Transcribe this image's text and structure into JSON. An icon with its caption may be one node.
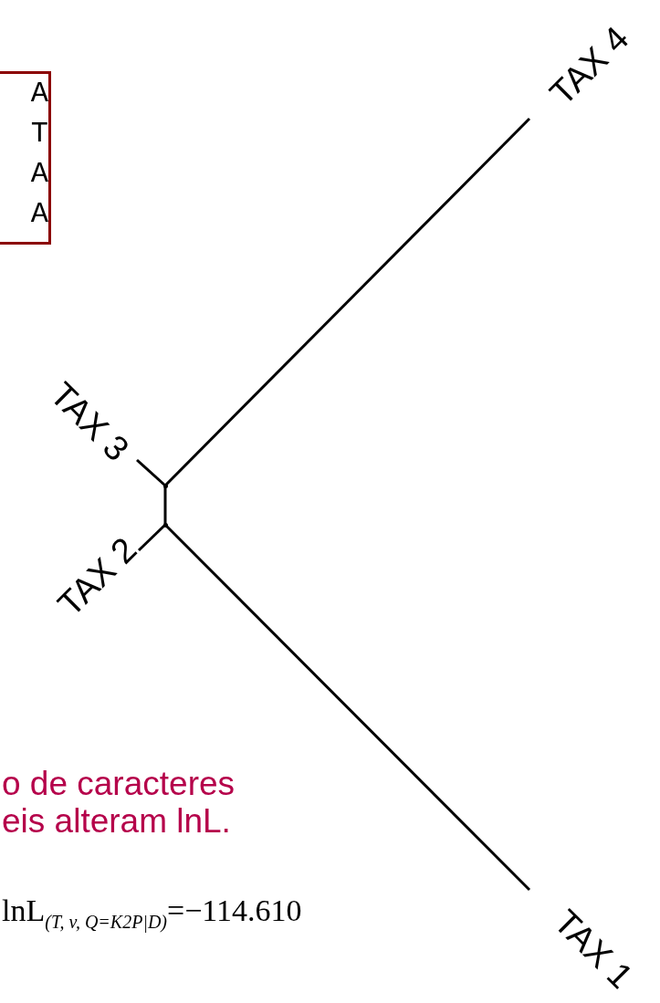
{
  "diagram": {
    "nodes": [
      {
        "text": [
          "A",
          "T",
          "A",
          "A"
        ]
      },
      {
        "text": [
          "TAX 4"
        ]
      },
      {
        "text": [
          "TAX 3"
        ]
      },
      {
        "text": [
          "TAX 2"
        ]
      },
      {
        "text": [
          "TAX 1"
        ]
      },
      {
        "text": [],
        "shape": "point"
      },
      {
        "text": [],
        "shape": "point"
      }
    ],
    "edges": [
      {
        "from": 5,
        "to": 1,
        "arrow": "none"
      },
      {
        "from": 5,
        "to": 2,
        "arrow": "none"
      },
      {
        "from": 5,
        "to": 6,
        "arrow": "none"
      },
      {
        "from": 6,
        "to": 3,
        "arrow": "none"
      },
      {
        "from": 6,
        "to": 4,
        "arrow": "none"
      }
    ],
    "labels": [
      "o de caracteres eis alteram lnL.",
      "lnL$_{(T, v, Q=K2P|D)}$=−114.610"
    ]
  }
}
